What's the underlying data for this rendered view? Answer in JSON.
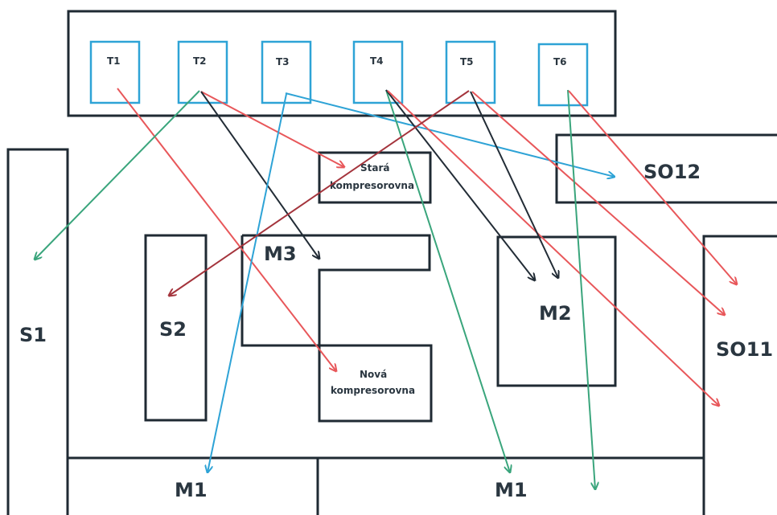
{
  "colors": {
    "outline": "#1f2a33",
    "transformer_box": "#2ea3d6",
    "red": "#e8575a",
    "dark": "#222c36",
    "blue": "#2ea3d6",
    "green": "#3aa57c",
    "maroon": "#a4343c"
  },
  "transformers": [
    {
      "id": "t1",
      "label": "T1"
    },
    {
      "id": "t2",
      "label": "T2"
    },
    {
      "id": "t3",
      "label": "T3"
    },
    {
      "id": "t4",
      "label": "T4"
    },
    {
      "id": "t5",
      "label": "T5"
    },
    {
      "id": "t6",
      "label": "T6"
    }
  ],
  "areas": {
    "s1": "S1",
    "s2": "S2",
    "m3": "M3",
    "m2": "M2",
    "so11": "SO11",
    "so12": "SO12",
    "m1_left": "M1",
    "m1_right": "M1",
    "stara_line1": "Stará",
    "stara_line2": "kompresorovna",
    "nova_line1": "Nová",
    "nova_line2": "kompresorovna"
  },
  "connections": [
    {
      "from": "T1",
      "to": "Nová kompresorovna",
      "color": "red"
    },
    {
      "from": "T2",
      "to": "S1",
      "color": "green"
    },
    {
      "from": "T2",
      "to": "Stará kompresorovna",
      "color": "red"
    },
    {
      "from": "T2",
      "to": "M3",
      "color": "dark"
    },
    {
      "from": "T3",
      "to": "SO12",
      "color": "blue"
    },
    {
      "from": "T3",
      "to": "M1",
      "color": "blue"
    },
    {
      "from": "T4",
      "to": "M1",
      "color": "green"
    },
    {
      "from": "T4",
      "to": "M2",
      "color": "dark"
    },
    {
      "from": "T4",
      "to": "SO11",
      "color": "red"
    },
    {
      "from": "T5",
      "to": "S2",
      "color": "maroon"
    },
    {
      "from": "T5",
      "to": "M2",
      "color": "dark"
    },
    {
      "from": "T5",
      "to": "SO11",
      "color": "red"
    },
    {
      "from": "T6",
      "to": "M1",
      "color": "green"
    },
    {
      "from": "T6",
      "to": "SO11",
      "color": "red"
    }
  ]
}
